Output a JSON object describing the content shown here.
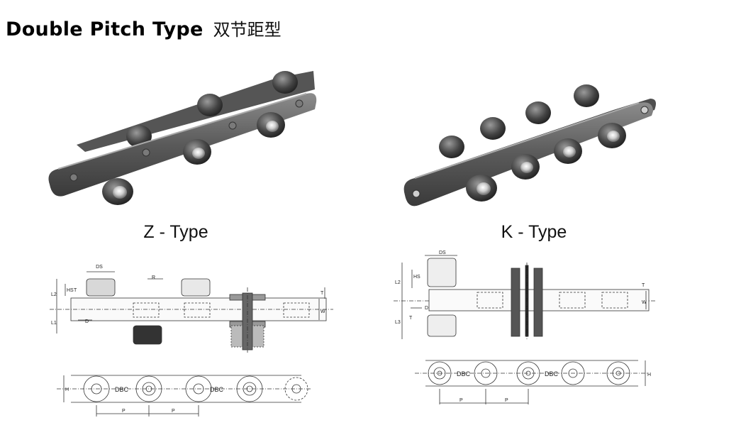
{
  "header": {
    "title_en": "Double Pitch Type",
    "title_cn": "双节距型"
  },
  "z_type": {
    "label": "Z - Type",
    "dims": {
      "DS": "DS",
      "R": "R",
      "HS": "HS",
      "T": "T",
      "L2": "L2",
      "L1": "L1",
      "D": "D",
      "W": "W",
      "T2": "T",
      "H": "H",
      "DBC1": "DBC",
      "DBC2": "DBC",
      "P1": "P",
      "P2": "P"
    }
  },
  "k_type": {
    "label": "K - Type",
    "dims": {
      "DS": "DS",
      "HS": "HS",
      "L2": "L2",
      "L3": "L3",
      "T": "T",
      "D": "D",
      "T2": "T",
      "W": "W",
      "H": "H",
      "DBC1": "DBC",
      "DBC2": "DBC",
      "P1": "P",
      "P2": "P"
    }
  }
}
